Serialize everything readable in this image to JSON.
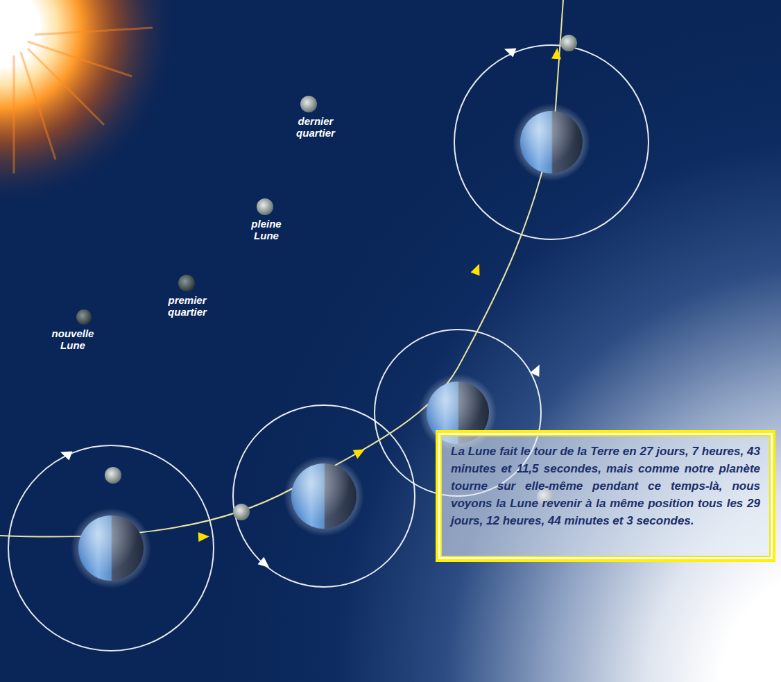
{
  "diagram": {
    "nodes": [
      {
        "text": [
          "La Lune fait le tour de la Terre en 27 jours, 7 heures, 43 minutes et 11,5 secondes, mais comme notre planète tourne sur elle-même pendant ce temps-là, nous voyons la Lune revenir à la même position tous les 29 jours, 12 heures, 44 minutes et 3 secondes."
        ]
      }
    ],
    "labels": [
      "nouvelle Lune",
      "premier quartier",
      "pleine Lune",
      "dernier quartier"
    ]
  }
}
